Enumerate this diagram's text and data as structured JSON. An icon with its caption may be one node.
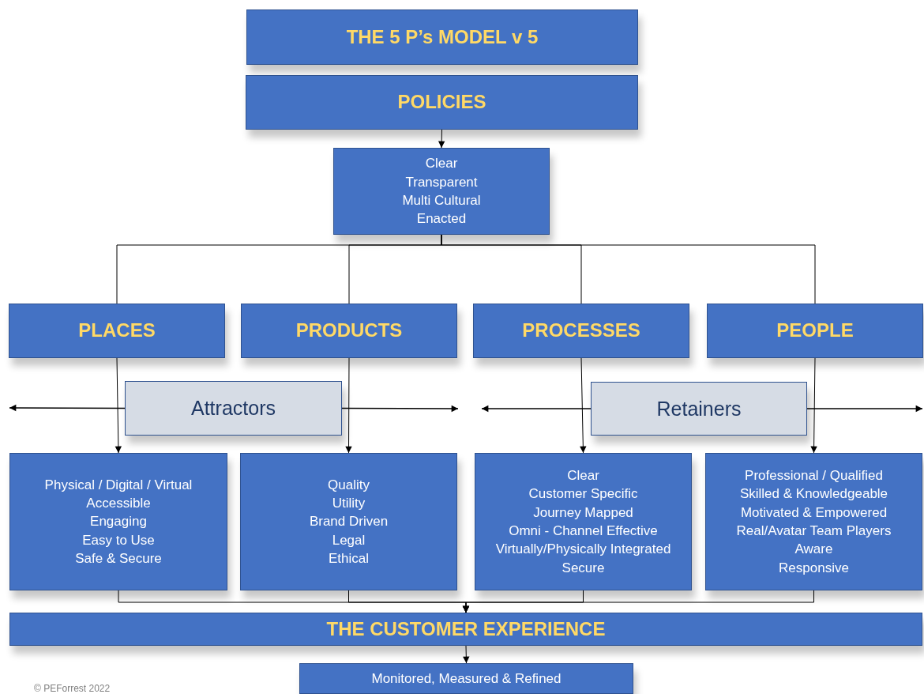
{
  "diagram": {
    "nodes": [
      {
        "text": [
          "THE 5 P’s MODEL v 5"
        ]
      },
      {
        "text": [
          "POLICIES"
        ]
      },
      {
        "text": [
          "Clear",
          "Transparent",
          "Multi Cultural",
          "Enacted"
        ]
      },
      {
        "text": [
          "PLACES"
        ]
      },
      {
        "text": [
          "PRODUCTS"
        ]
      },
      {
        "text": [
          "PROCESSES"
        ]
      },
      {
        "text": [
          "PEOPLE"
        ]
      },
      {
        "text": [
          "Attractors"
        ]
      },
      {
        "text": [
          "Retainers"
        ]
      },
      {
        "text": [
          "Physical / Digital / Virtual",
          "Accessible",
          "Engaging",
          "Easy to Use",
          "Safe & Secure"
        ]
      },
      {
        "text": [
          "Quality",
          "Utility",
          "Brand Driven",
          "Legal",
          "Ethical"
        ]
      },
      {
        "text": [
          "Clear",
          "Customer Specific",
          "Journey Mapped",
          "Omni - Channel Effective",
          "Virtually/Physically Integrated",
          "Secure"
        ]
      },
      {
        "text": [
          "Professional / Qualified",
          "Skilled & Knowledgeable",
          "Motivated & Empowered",
          "Real/Avatar Team Players",
          "Aware",
          "Responsive"
        ]
      },
      {
        "text": [
          "THE CUSTOMER EXPERIENCE"
        ]
      },
      {
        "text": [
          "Monitored, Measured & Refined"
        ]
      }
    ],
    "edges": [
      {
        "from": 1,
        "to": 2,
        "arrow": "to"
      },
      {
        "from": 2,
        "to": 3,
        "arrow": "none"
      },
      {
        "from": 2,
        "to": 4,
        "arrow": "none"
      },
      {
        "from": 2,
        "to": 5,
        "arrow": "none"
      },
      {
        "from": 2,
        "to": 6,
        "arrow": "none"
      },
      {
        "from": 3,
        "to": 9,
        "arrow": "to"
      },
      {
        "from": 4,
        "to": 10,
        "arrow": "to"
      },
      {
        "from": 5,
        "to": 11,
        "arrow": "to"
      },
      {
        "from": 6,
        "to": 12,
        "arrow": "to"
      },
      {
        "from": 7,
        "to": null,
        "arrow": "to"
      },
      {
        "from": 7,
        "to": null,
        "arrow": "to"
      },
      {
        "from": 8,
        "to": null,
        "arrow": "to"
      },
      {
        "from": 8,
        "to": null,
        "arrow": "to"
      },
      {
        "from": 9,
        "to": 13,
        "arrow": "to"
      },
      {
        "from": 10,
        "to": 13,
        "arrow": "to"
      },
      {
        "from": 11,
        "to": 13,
        "arrow": "to"
      },
      {
        "from": 12,
        "to": 13,
        "arrow": "to"
      },
      {
        "from": 13,
        "to": 14,
        "arrow": "to"
      }
    ],
    "labels": [
      "© PEForrest 2022"
    ]
  }
}
